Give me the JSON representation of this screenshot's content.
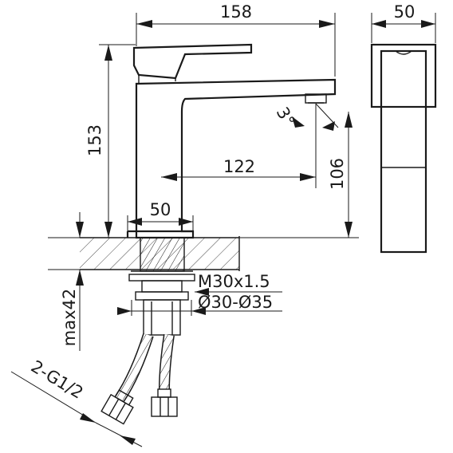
{
  "dimensions": {
    "overall_length": "158",
    "side_width": "50",
    "overall_height": "153",
    "spout_reach": "122",
    "spout_height": "106",
    "base_width": "50",
    "spout_angle": "3°",
    "max_thickness": "max42",
    "thread": "M30x1.5",
    "hole_diameter": "Ø30-Ø35",
    "hose_connection": "2-G1/2"
  }
}
